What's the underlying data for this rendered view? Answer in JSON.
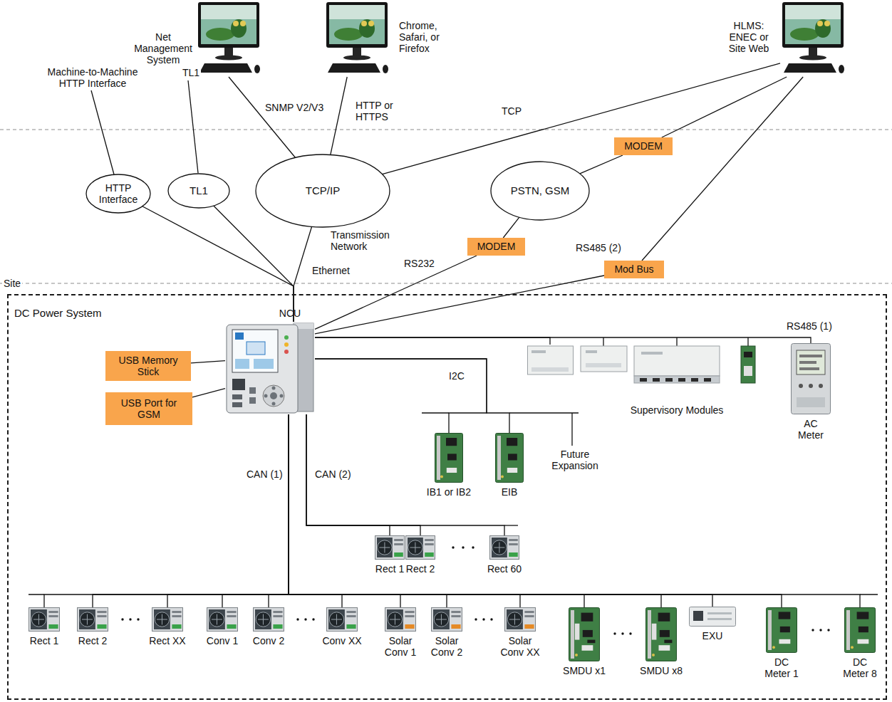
{
  "diagram": {
    "nodes": [
      {
        "text": [
          "Net Management System"
        ]
      },
      {
        "text": [
          "Chrome, Safari, or Firefox"
        ]
      },
      {
        "text": [
          "HLMS: ENEC or Site Web"
        ]
      },
      {
        "text": [
          "HTTP Interface"
        ]
      },
      {
        "text": [
          "TL1"
        ]
      },
      {
        "text": [
          "TCP/IP"
        ]
      },
      {
        "text": [
          "PSTN, GSM"
        ]
      },
      {
        "text": [
          "MODEM"
        ]
      },
      {
        "text": [
          "MODEM"
        ]
      },
      {
        "text": [
          "Mod Bus"
        ]
      },
      {
        "text": [
          "DC Power System"
        ]
      },
      {
        "text": [
          "NCU"
        ],
        "in": 10
      },
      {
        "text": [
          "USB Memory Stick"
        ],
        "in": 10
      },
      {
        "text": [
          "USB Port for GSM"
        ],
        "in": 10
      },
      {
        "text": [
          "Supervisory Modules"
        ],
        "in": 10
      },
      {
        "text": [
          "AC Meter"
        ],
        "in": 10
      },
      {
        "text": [
          "IB1 or IB2"
        ],
        "in": 10
      },
      {
        "text": [
          "EIB"
        ],
        "in": 10
      },
      {
        "text": [
          "Rect 1"
        ],
        "in": 10
      },
      {
        "text": [
          "Rect 2"
        ],
        "in": 10
      },
      {
        "text": [
          "Rect 60"
        ],
        "in": 10
      },
      {
        "text": [
          "Rect 1"
        ],
        "in": 10
      },
      {
        "text": [
          "Rect 2"
        ],
        "in": 10
      },
      {
        "text": [
          "Rect XX"
        ],
        "in": 10
      },
      {
        "text": [
          "Conv 1"
        ],
        "in": 10
      },
      {
        "text": [
          "Conv 2"
        ],
        "in": 10
      },
      {
        "text": [
          "Conv XX"
        ],
        "in": 10
      },
      {
        "text": [
          "Solar Conv 1"
        ],
        "in": 10
      },
      {
        "text": [
          "Solar Conv 2"
        ],
        "in": 10
      },
      {
        "text": [
          "Solar Conv XX"
        ],
        "in": 10
      },
      {
        "text": [
          "SMDU x1"
        ],
        "in": 10
      },
      {
        "text": [
          "SMDU x8"
        ],
        "in": 10
      },
      {
        "text": [
          "EXU"
        ],
        "in": 10
      },
      {
        "text": [
          "DC Meter 1"
        ],
        "in": 10
      },
      {
        "text": [
          "DC Meter 8"
        ],
        "in": 10
      }
    ],
    "edges": [
      {
        "from": 0,
        "to": 5,
        "arrow": "none"
      },
      {
        "from": 1,
        "to": 5,
        "arrow": "none"
      },
      {
        "from": 2,
        "to": 5,
        "arrow": "none"
      },
      {
        "from": 2,
        "to": 7,
        "arrow": "none"
      },
      {
        "from": 7,
        "to": 6,
        "arrow": "none"
      },
      {
        "from": 2,
        "to": 9,
        "arrow": "none"
      },
      {
        "from": 6,
        "to": 8,
        "arrow": "none"
      },
      {
        "from": 8,
        "to": 11,
        "arrow": "none"
      },
      {
        "from": 9,
        "to": 11,
        "arrow": "none"
      },
      {
        "from": 5,
        "to": 11,
        "arrow": "none"
      },
      {
        "from": 3,
        "to": 11,
        "arrow": "none"
      },
      {
        "from": 4,
        "to": 11,
        "arrow": "none"
      },
      {
        "from": 12,
        "to": 11,
        "arrow": "none"
      },
      {
        "from": 13,
        "to": 11,
        "arrow": "none"
      },
      {
        "from": 11,
        "to": 14,
        "arrow": "none"
      },
      {
        "from": 11,
        "to": 15,
        "arrow": "none"
      },
      {
        "from": 11,
        "to": 16,
        "arrow": "none"
      },
      {
        "from": 11,
        "to": 17,
        "arrow": "none"
      },
      {
        "from": 11,
        "to": 18,
        "arrow": "none"
      },
      {
        "from": 11,
        "to": 19,
        "arrow": "none"
      },
      {
        "from": 11,
        "to": 20,
        "arrow": "none"
      },
      {
        "from": 11,
        "to": 21,
        "arrow": "none"
      },
      {
        "from": 11,
        "to": 22,
        "arrow": "none"
      },
      {
        "from": 11,
        "to": 23,
        "arrow": "none"
      },
      {
        "from": 11,
        "to": 24,
        "arrow": "none"
      },
      {
        "from": 11,
        "to": 25,
        "arrow": "none"
      },
      {
        "from": 11,
        "to": 26,
        "arrow": "none"
      },
      {
        "from": 11,
        "to": 27,
        "arrow": "none"
      },
      {
        "from": 11,
        "to": 28,
        "arrow": "none"
      },
      {
        "from": 11,
        "to": 29,
        "arrow": "none"
      },
      {
        "from": 11,
        "to": 30,
        "arrow": "none"
      },
      {
        "from": 11,
        "to": 31,
        "arrow": "none"
      },
      {
        "from": 11,
        "to": 32,
        "arrow": "none"
      },
      {
        "from": 11,
        "to": 33,
        "arrow": "none"
      },
      {
        "from": 11,
        "to": 34,
        "arrow": "none"
      }
    ],
    "labels": [
      "Machine-to-Machine HTTP Interface",
      "TL1",
      "SNMP V2/V3",
      "HTTP or HTTPS",
      "TCP",
      "Transmission Network",
      "Ethernet",
      "RS232",
      "RS485 (2)",
      "Site",
      "RS485 (1)",
      "I2C",
      "Future Expansion",
      "CAN (1)",
      "CAN (2)"
    ]
  }
}
